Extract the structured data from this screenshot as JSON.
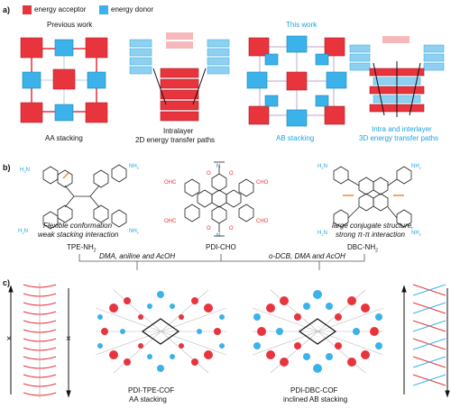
{
  "panels": {
    "a": "a)",
    "b": "b)",
    "c": "c)"
  },
  "legend": {
    "acceptor_label": "energy acceptor",
    "donor_label": "energy donor",
    "acceptor_color": "#e8343d",
    "donor_color": "#3bb2ea"
  },
  "panel_a": {
    "previous_title": "Previous work",
    "this_work_title": "This work",
    "aa_label": "AA stacking",
    "intralayer_line1": "Intralayer",
    "intralayer_line2": "2D energy transfer paths",
    "ab_label": "AB stacking",
    "interlayer_line1": "Intra and interlayer",
    "interlayer_line2": "3D energy transfer paths"
  },
  "panel_b": {
    "tpe_name": "TPE-NH",
    "tpe_sub": "2",
    "pdi_name": "PDI-CHO",
    "dbc_name": "DBC-NH",
    "dbc_sub": "2",
    "tpe_note1": "Flexible conformation",
    "tpe_note2": "weak stacking interaction",
    "dbc_note1": "large conjugate structure,",
    "dbc_note2": "strong π-π interaction",
    "cond_left": "DMA, aniline and AcOH",
    "cond_right": "o-DCB, DMA and AcOH",
    "groups": {
      "nh2": "NH",
      "nh2_sub": "2",
      "h2n": "H",
      "h2n_sub": "2",
      "h2n_n": "N",
      "cho": "CHO",
      "ohc": "OHC",
      "o": "O",
      "n": "N"
    }
  },
  "panel_c": {
    "tpe_cof": "PDI-TPE-COF",
    "aa": "AA stacking",
    "dbc_cof": "PDI-DBC-COF",
    "inclined_ab": "inclined AB stacking",
    "cross": "×"
  }
}
